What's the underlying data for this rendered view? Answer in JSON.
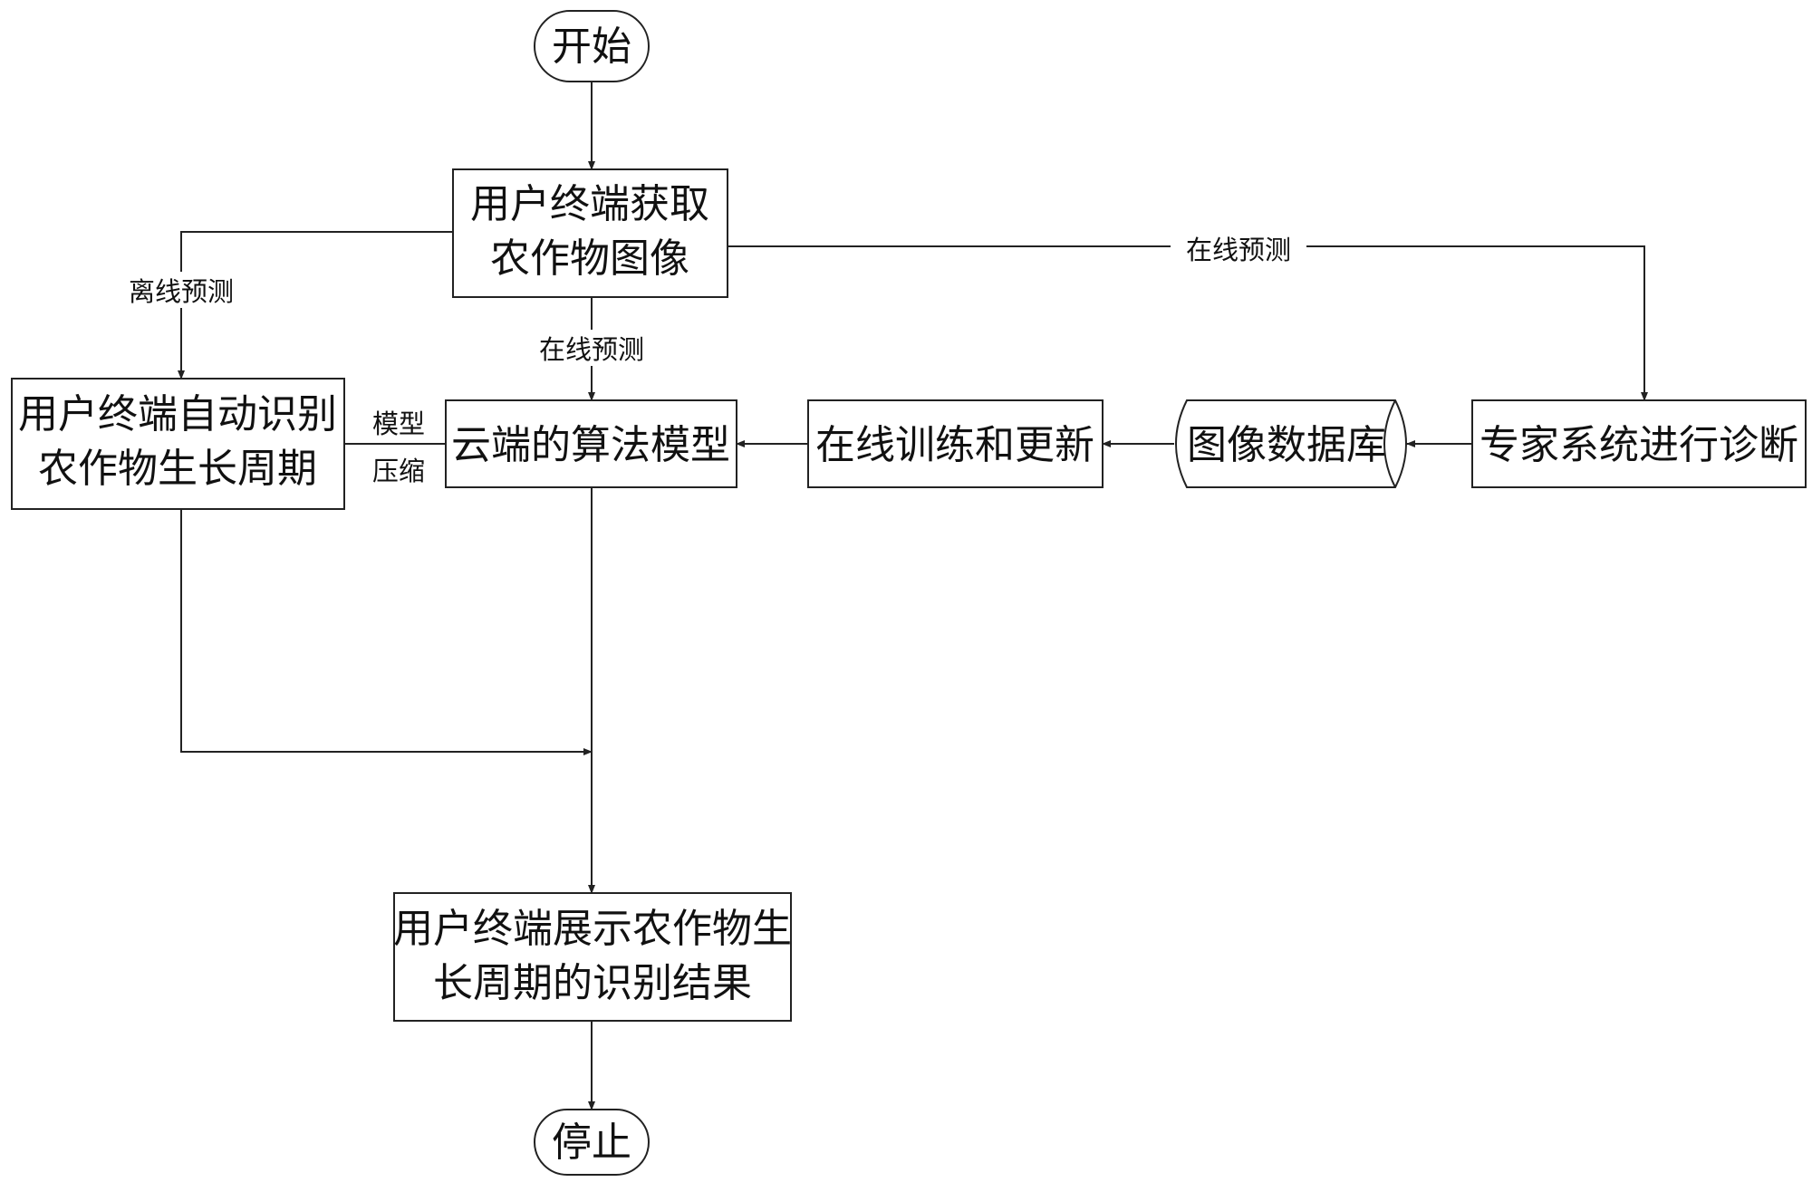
{
  "nodes": {
    "start": "开始",
    "acquire_line1": "用户终端获取",
    "acquire_line2": "农作物图像",
    "local_line1": "用户终端自动识别",
    "local_line2": "农作物生长周期",
    "cloud": "云端的算法模型",
    "training": "在线训练和更新",
    "database": "图像数据库",
    "expert": "专家系统进行诊断",
    "display_line1": "用户终端展示农作物生",
    "display_line2": "长周期的识别结果",
    "stop": "停止"
  },
  "edges": {
    "offline_predict": "离线预测",
    "online_predict_down": "在线预测",
    "online_predict_right": "在线预测",
    "compress_line1": "模型",
    "compress_line2": "压缩"
  }
}
